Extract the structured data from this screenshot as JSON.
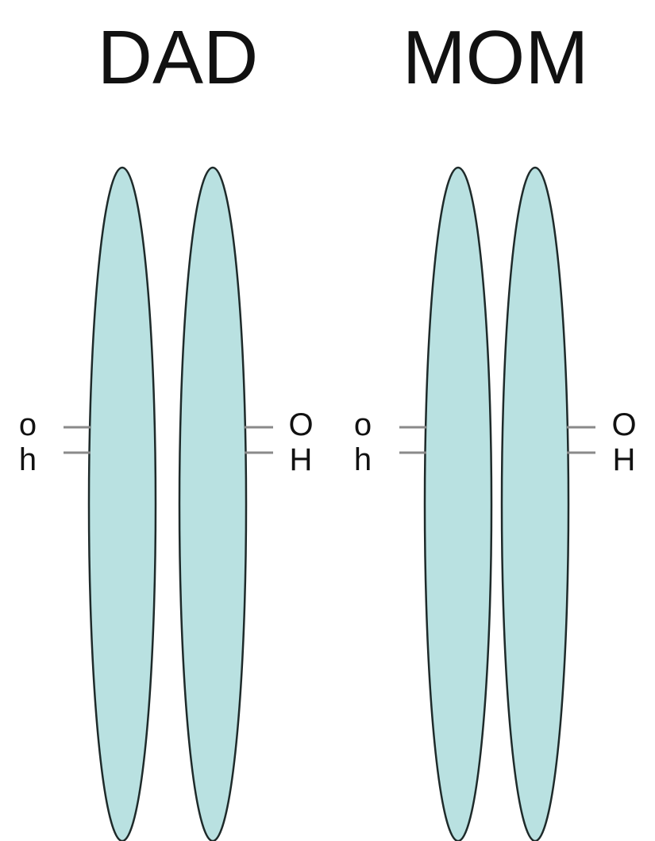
{
  "colors": {
    "chromosome_fill": "#b9e1e1",
    "chromosome_stroke": "#1e2a2a",
    "locus_line": "#8a8a8a",
    "text": "#111111"
  },
  "parents": [
    {
      "label": "DAD",
      "chromosomes": [
        {
          "side": "left",
          "alleles": [
            "o",
            "h"
          ]
        },
        {
          "side": "right",
          "alleles": [
            "O",
            "H"
          ]
        }
      ]
    },
    {
      "label": "MOM",
      "chromosomes": [
        {
          "side": "left",
          "alleles": [
            "o",
            "h"
          ]
        },
        {
          "side": "right",
          "alleles": [
            "O",
            "H"
          ]
        }
      ]
    }
  ]
}
